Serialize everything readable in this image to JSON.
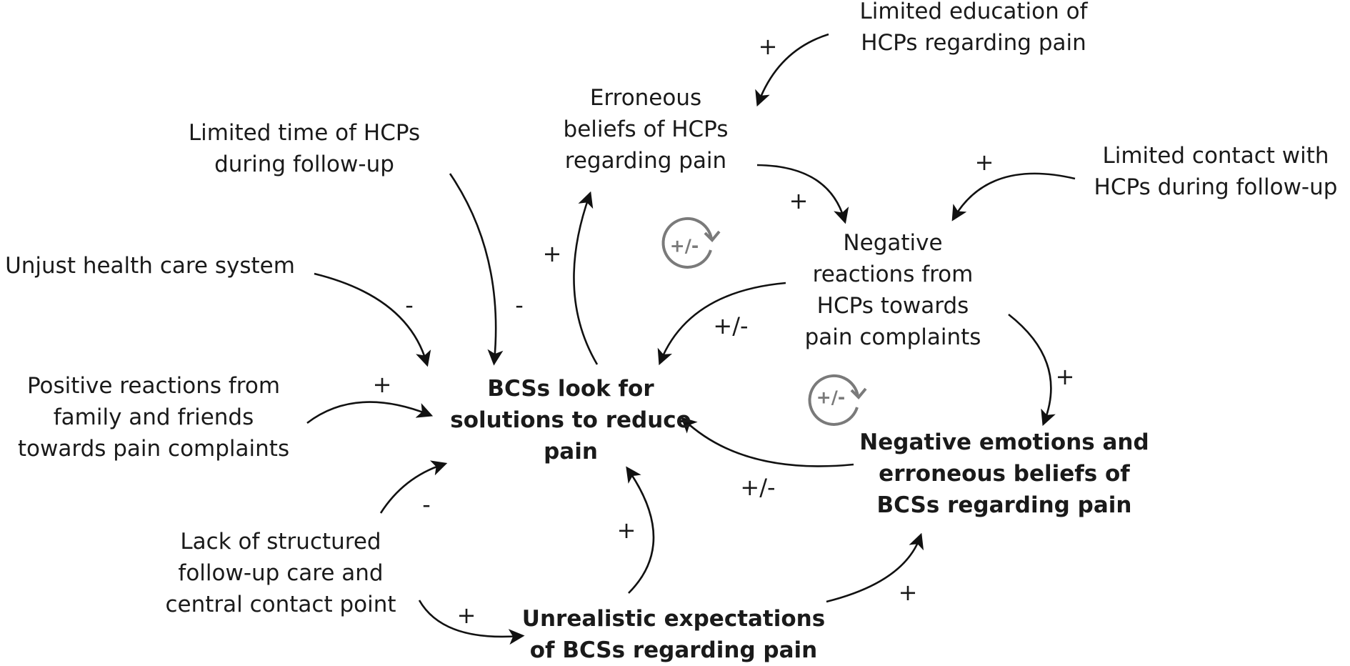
{
  "nodes": {
    "edu": [
      "Limited education of",
      "HCPs regarding pain"
    ],
    "err": [
      "Erroneous",
      "beliefs of HCPs",
      "regarding pain"
    ],
    "time": [
      "Limited time of HCPs",
      "during follow-up"
    ],
    "contact": [
      "Limited contact with",
      "HCPs during follow-up"
    ],
    "unjust": [
      "Unjust health care system"
    ],
    "negreact": [
      "Negative",
      "reactions from",
      "HCPs towards",
      "pain complaints"
    ],
    "posreact": [
      "Positive reactions from",
      "family and friends",
      "towards pain complaints"
    ],
    "bcs": [
      "BCSs look for",
      "solutions to reduce",
      "pain"
    ],
    "negemo": [
      "Negative emotions and",
      "erroneous beliefs of",
      "BCSs regarding pain"
    ],
    "lack": [
      "Lack of structured",
      "follow-up care and",
      "central contact point"
    ],
    "unreal": [
      "Unrealistic expectations",
      "of BCSs regarding pain"
    ]
  },
  "signs": {
    "edu_err": "+",
    "err_negreact": "+",
    "contact_negreact": "+",
    "bcs_err": "+",
    "unjust_bcs": "-",
    "time_bcs": "-",
    "negreact_bcs": "+/-",
    "posreact_bcs": "+",
    "negreact_negemo": "+",
    "negemo_bcs": "+/-",
    "lack_bcs": "-",
    "unreal_bcs": "+",
    "lack_unreal": "+",
    "unreal_negemo": "+"
  },
  "loops": {
    "upper": "+/-",
    "lower": "+/-"
  },
  "colors": {
    "text": "#1a1a1a",
    "loop_symbol": "#7a7a7a"
  }
}
